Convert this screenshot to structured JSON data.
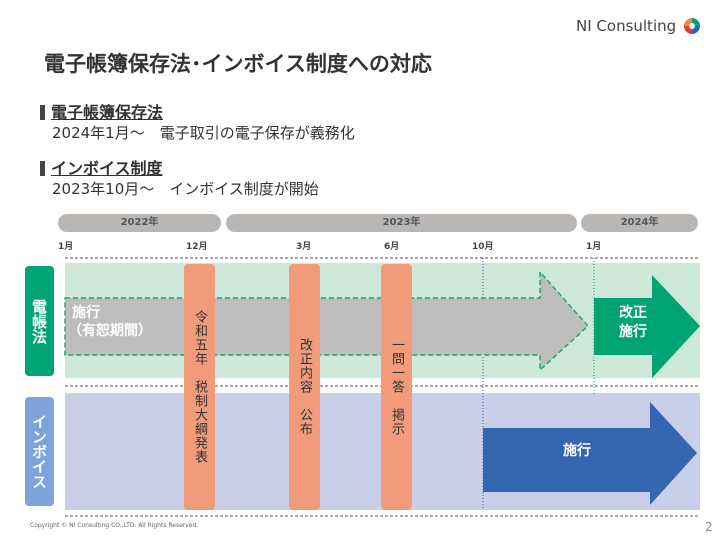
{
  "brand": {
    "name": "NI Consulting",
    "colors": [
      "#e63b2e",
      "#00a26b",
      "#2e62b5"
    ]
  },
  "title": "電子帳簿保存法･インボイス制度への対応",
  "sections": [
    {
      "heading": "電子帳簿保存法",
      "text": "2024年1月～　電子取引の電子保存が義務化"
    },
    {
      "heading": "インボイス制度",
      "text": "2023年10月～　インボイス制度が開始"
    }
  ],
  "timeline": {
    "years": [
      "2022年",
      "2023年",
      "2024年"
    ],
    "months": [
      "1月",
      "12月",
      "3月",
      "6月",
      "10月",
      "1月"
    ],
    "rows": [
      {
        "label": "電帳法",
        "color": "#00a472"
      },
      {
        "label": "インボイス",
        "color": "#7ea3d9"
      }
    ],
    "events": [
      "令和五年　税制大綱発表",
      "改正内容　公布",
      "一問一答　掲示"
    ],
    "denchou_arrow_line1": "施行",
    "denchou_arrow_line2": "（有恕期間）",
    "denchou_revised_line1": "改正",
    "denchou_revised_line2": "施行",
    "invoice_arrow": "施行"
  },
  "footer": {
    "copyright": "Copyright ©  NI Consulting CO.,LTD.  All Rights Reserved.",
    "page": "2"
  }
}
